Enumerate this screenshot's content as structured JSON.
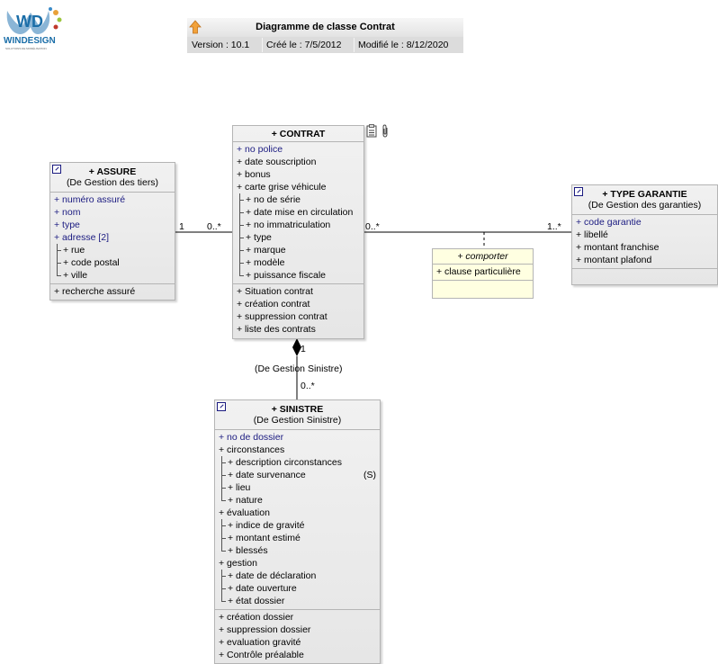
{
  "logo": {
    "text": "WINDESIGN",
    "sub": "SOLUTIONS DE MODÉLISATION",
    "initials": "WD"
  },
  "header": {
    "title": "Diagramme de classe Contrat",
    "version": "Version : 10.1",
    "created": "Créé le : 7/5/2012",
    "modified": "Modifié le : 8/12/2020"
  },
  "classes": {
    "contrat": {
      "name": "+ CONTRAT",
      "attributes": [
        {
          "label": "+ no police",
          "key": true
        },
        {
          "label": "+ date souscription"
        },
        {
          "label": "+ bonus"
        },
        {
          "label": "+ carte grise véhicule"
        },
        {
          "label": "+ no de série",
          "sub": true
        },
        {
          "label": "+ date mise en circulation",
          "sub": true
        },
        {
          "label": "+ no immatriculation",
          "sub": true
        },
        {
          "label": "+ type",
          "sub": true
        },
        {
          "label": "+ marque",
          "sub": true
        },
        {
          "label": "+ modèle",
          "sub": true
        },
        {
          "label": "+ puissance fiscale",
          "sub": true,
          "last": true
        }
      ],
      "operations": [
        "+ Situation contrat",
        "+ création contrat",
        "+ suppression contrat",
        "+ liste des contrats"
      ]
    },
    "assure": {
      "name": "+ ASSURE",
      "origin": "(De Gestion des tiers)",
      "attributes": [
        {
          "label": "+ numéro assuré",
          "key": true
        },
        {
          "label": "+ nom",
          "key": true
        },
        {
          "label": "+ type",
          "key": true
        },
        {
          "label": "+ adresse [2]",
          "key": true
        },
        {
          "label": "+ rue",
          "sub": true
        },
        {
          "label": "+ code postal",
          "sub": true
        },
        {
          "label": "+ ville",
          "sub": true,
          "last": true
        }
      ],
      "operations": [
        "+ recherche assuré"
      ]
    },
    "type_garantie": {
      "name": "+ TYPE GARANTIE",
      "origin": "(De Gestion des garanties)",
      "attributes": [
        {
          "label": "+ code garantie",
          "key": true
        },
        {
          "label": "+ libellé"
        },
        {
          "label": "+ montant franchise"
        },
        {
          "label": "+ montant plafond"
        }
      ],
      "operations": []
    },
    "sinistre": {
      "name": "+ SINISTRE",
      "origin": "(De Gestion Sinistre)",
      "attributes": [
        {
          "label": "+ no de dossier",
          "key": true
        },
        {
          "label": "+ circonstances"
        },
        {
          "label": "+ description circonstances",
          "sub": true
        },
        {
          "label": "+ date survenance",
          "sub": true,
          "stereo": "(S)"
        },
        {
          "label": "+ lieu",
          "sub": true
        },
        {
          "label": "+ nature",
          "sub": true,
          "last": true
        },
        {
          "label": "+ évaluation"
        },
        {
          "label": "+ indice de gravité",
          "sub": true
        },
        {
          "label": "+ montant estimé",
          "sub": true
        },
        {
          "label": "+ blessés",
          "sub": true,
          "last": true
        },
        {
          "label": "+ gestion"
        },
        {
          "label": "+ date de déclaration",
          "sub": true
        },
        {
          "label": "+ date ouverture",
          "sub": true
        },
        {
          "label": "+ état dossier",
          "sub": true,
          "last": true
        }
      ],
      "operations": [
        "+ création dossier",
        "+ suppression dossier",
        "+ evaluation gravité",
        "+ Contrôle préalable"
      ]
    }
  },
  "association_class": {
    "name": "+ comporter",
    "attributes": [
      "+ clause particulière"
    ]
  },
  "multiplicities": {
    "assure_side": "1",
    "contrat_left": "0..*",
    "contrat_right": "0..*",
    "garantie_side": "1..*",
    "contrat_bottom": "1",
    "sinistre_side": "0..*"
  },
  "composition_label": "(De Gestion Sinistre)",
  "colors": {
    "key_attribute": "#1a1a80",
    "box_border": "#b4b4b4",
    "assoc_bg": "#ffffe1",
    "logo_blue": "#1b6ea8"
  }
}
